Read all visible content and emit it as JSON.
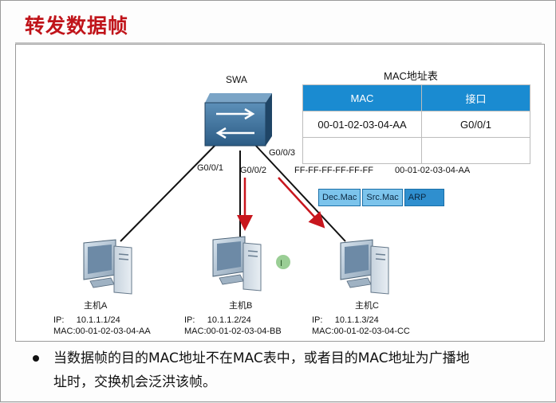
{
  "title": "转发数据帧",
  "switch": {
    "name": "SWA"
  },
  "ports": {
    "p1": "G0/0/1",
    "p2": "G0/0/2",
    "p3": "G0/0/3"
  },
  "mac_table": {
    "title": "MAC地址表",
    "headers": [
      "MAC",
      "接口"
    ],
    "rows": [
      [
        "00-01-02-03-04-AA",
        "G0/0/1"
      ],
      [
        "",
        ""
      ]
    ]
  },
  "frame": {
    "dst_value": "FF-FF-FF-FF-FF-FF",
    "src_value": "00-01-02-03-04-AA",
    "fields": [
      "Dec.Mac",
      "Src.Mac",
      "ARP"
    ]
  },
  "hosts": [
    {
      "name": "主机A",
      "ip_label": "IP:",
      "ip": "10.1.1.1/24",
      "mac": "MAC:00-01-02-03-04-AA"
    },
    {
      "name": "主机B",
      "ip_label": "IP:",
      "ip": "10.1.1.2/24",
      "mac": "MAC:00-01-02-03-04-BB"
    },
    {
      "name": "主机C",
      "ip_label": "IP:",
      "ip": "10.1.1.3/24",
      "mac": "MAC:00-01-02-03-04-CC"
    }
  ],
  "bullet": {
    "line1": "当数据帧的目的MAC地址不在MAC表中，或者目的MAC地址为广播地",
    "line2": "址时，交换机会泛洪该帧。"
  },
  "colors": {
    "title": "#c0141a",
    "header": "#1a8bd1",
    "arrow": "#c8161d"
  }
}
